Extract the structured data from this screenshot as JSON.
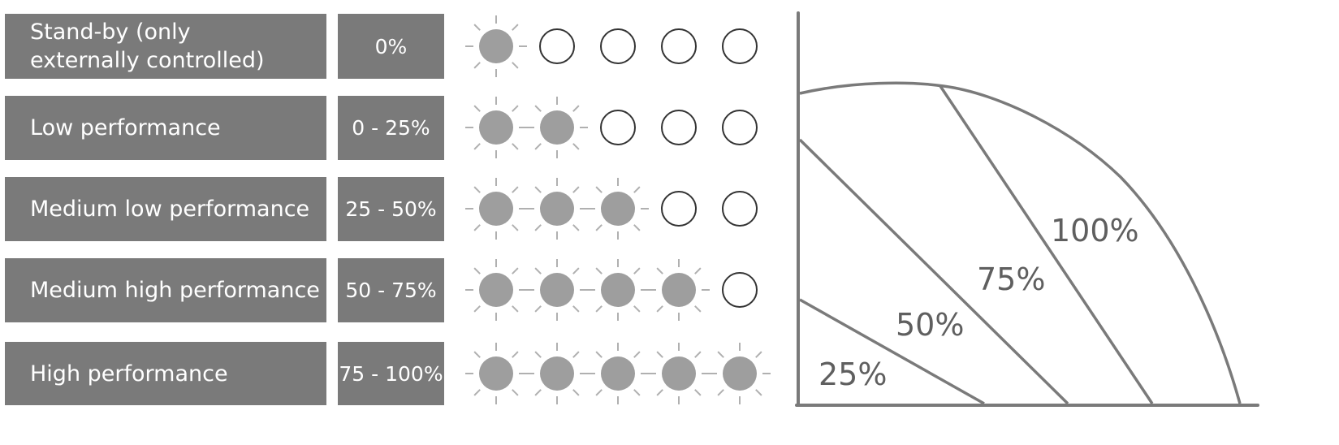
{
  "levels": [
    {
      "label": "Stand-by (only externally controlled)",
      "range": "0%",
      "lit": 1
    },
    {
      "label": "Low performance",
      "range": "0 - 25%",
      "lit": 2
    },
    {
      "label": "Medium low performance",
      "range": "25 - 50%",
      "lit": 3
    },
    {
      "label": "Medium high performance",
      "range": "50 - 75%",
      "lit": 4
    },
    {
      "label": "High performance",
      "range": "75 - 100%",
      "lit": 5
    }
  ],
  "lamps_per_row": 5,
  "chart": {
    "zones": [
      "25%",
      "50%",
      "75%",
      "100%"
    ]
  },
  "colors": {
    "box": "#7a7a7a",
    "lit_lamp": "#9e9e9e",
    "ray": "#b0b0b0",
    "line": "#7a7a7a"
  }
}
